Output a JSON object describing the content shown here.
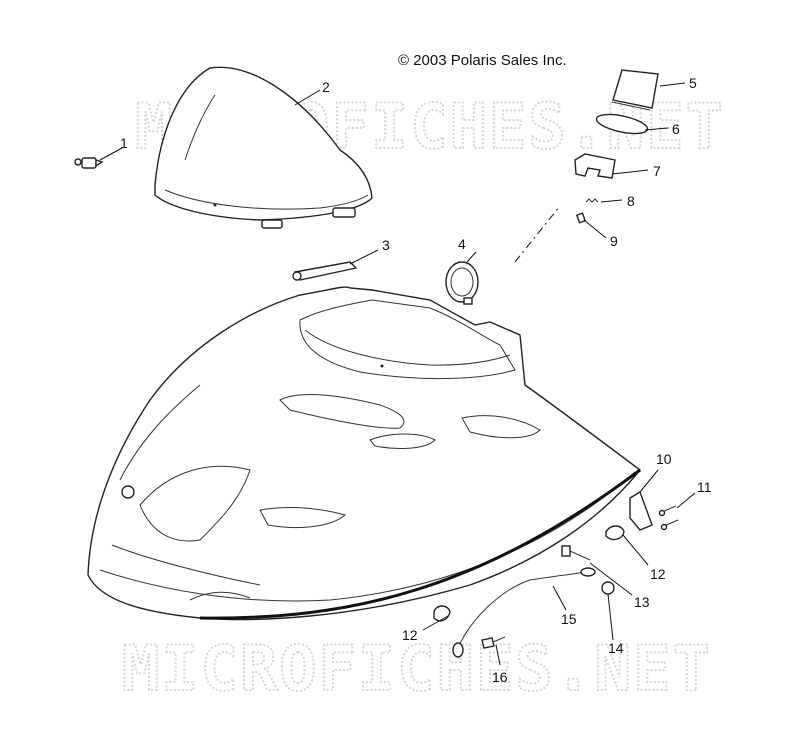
{
  "copyright": "© 2003 Polaris Sales Inc.",
  "watermark": "MICROFICHES.NET",
  "callouts": [
    {
      "id": "c1",
      "label": "1"
    },
    {
      "id": "c2",
      "label": "2"
    },
    {
      "id": "c3",
      "label": "3"
    },
    {
      "id": "c4",
      "label": "4"
    },
    {
      "id": "c5",
      "label": "5"
    },
    {
      "id": "c6",
      "label": "6"
    },
    {
      "id": "c7",
      "label": "7"
    },
    {
      "id": "c8",
      "label": "8"
    },
    {
      "id": "c9",
      "label": "9"
    },
    {
      "id": "c10",
      "label": "10"
    },
    {
      "id": "c11",
      "label": "11"
    },
    {
      "id": "c12a",
      "label": "12"
    },
    {
      "id": "c12b",
      "label": "12"
    },
    {
      "id": "c13",
      "label": "13"
    },
    {
      "id": "c14",
      "label": "14"
    },
    {
      "id": "c15",
      "label": "15"
    },
    {
      "id": "c16",
      "label": "16"
    }
  ]
}
